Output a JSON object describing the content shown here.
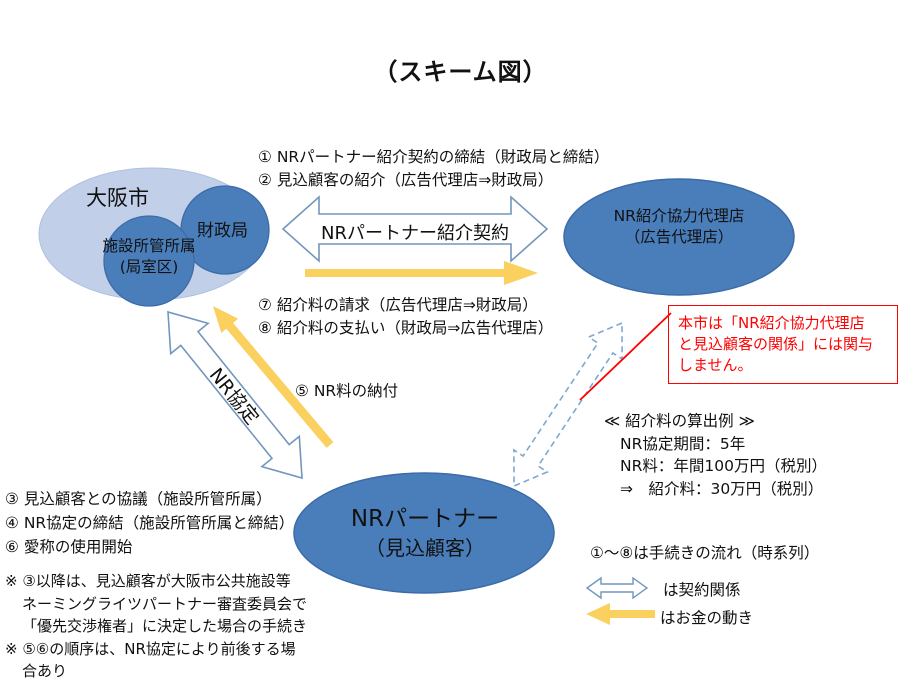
{
  "title": "（スキーム図）",
  "colors": {
    "ellipse_light_fill": "#C2CFE8",
    "ellipse_dark_fill": "#4A7EBB",
    "ellipse_dark_border": "#3C6CA8",
    "arrow_outline_blue": "#7296BE",
    "arrow_yellow": "#FAD05E",
    "dashed_arrow_blue": "#7FA8D0",
    "warning_red": "#FF0000",
    "text_black": "#111111"
  },
  "osaka": {
    "label": "大阪市",
    "finance_bureau": "財政局",
    "facility_line1": "施設所管所属",
    "facility_line2": "(局室区)"
  },
  "agency": {
    "line1": "NR紹介協力代理店",
    "line2": "（広告代理店）"
  },
  "partner": {
    "line1": "NRパートナー",
    "line2": "（見込顧客）"
  },
  "contract_arrow_label": "NRパートナー紹介契約",
  "nr_agreement_label": "NR協定",
  "steps": {
    "top1": "① NRパートナー紹介契約の締結（財政局と締結）",
    "top2": "② 見込顧客の紹介（広告代理店⇒財政局）",
    "mid1": "⑦ 紹介料の請求（広告代理店⇒財政局）",
    "mid2": "⑧ 紹介料の支払い（財政局⇒広告代理店）",
    "payment": "⑤ NR料の納付",
    "left1": "③ 見込顧客との協議（施設所管所属）",
    "left2": "④ NR協定の締結（施設所管所属と締結）",
    "left3": "⑥ 愛称の使用開始"
  },
  "warning": {
    "line1": "本市は「NR紹介協力代理店",
    "line2": "と見込顧客の関係」には関与",
    "line3": "しません。"
  },
  "example": {
    "title": "≪ 紹介料の算出例 ≫",
    "line1": "NR協定期間：5年",
    "line2": "NR料：年間100万円（税別）",
    "line3": "⇒　紹介料：30万円（税別）"
  },
  "notes": {
    "line1": "※ ③以降は、見込顧客が大阪市公共施設等",
    "line2": "ネーミングライツパートナー審査委員会で",
    "line3": "「優先交渉権者」に決定した場合の手続き",
    "line4": "※ ⑤⑥の順序は、NR協定により前後する場",
    "line5": "合あり"
  },
  "legend": {
    "flow": "①～⑧は手続きの流れ（時系列）",
    "contract": "は契約関係",
    "money": "はお金の動き"
  }
}
